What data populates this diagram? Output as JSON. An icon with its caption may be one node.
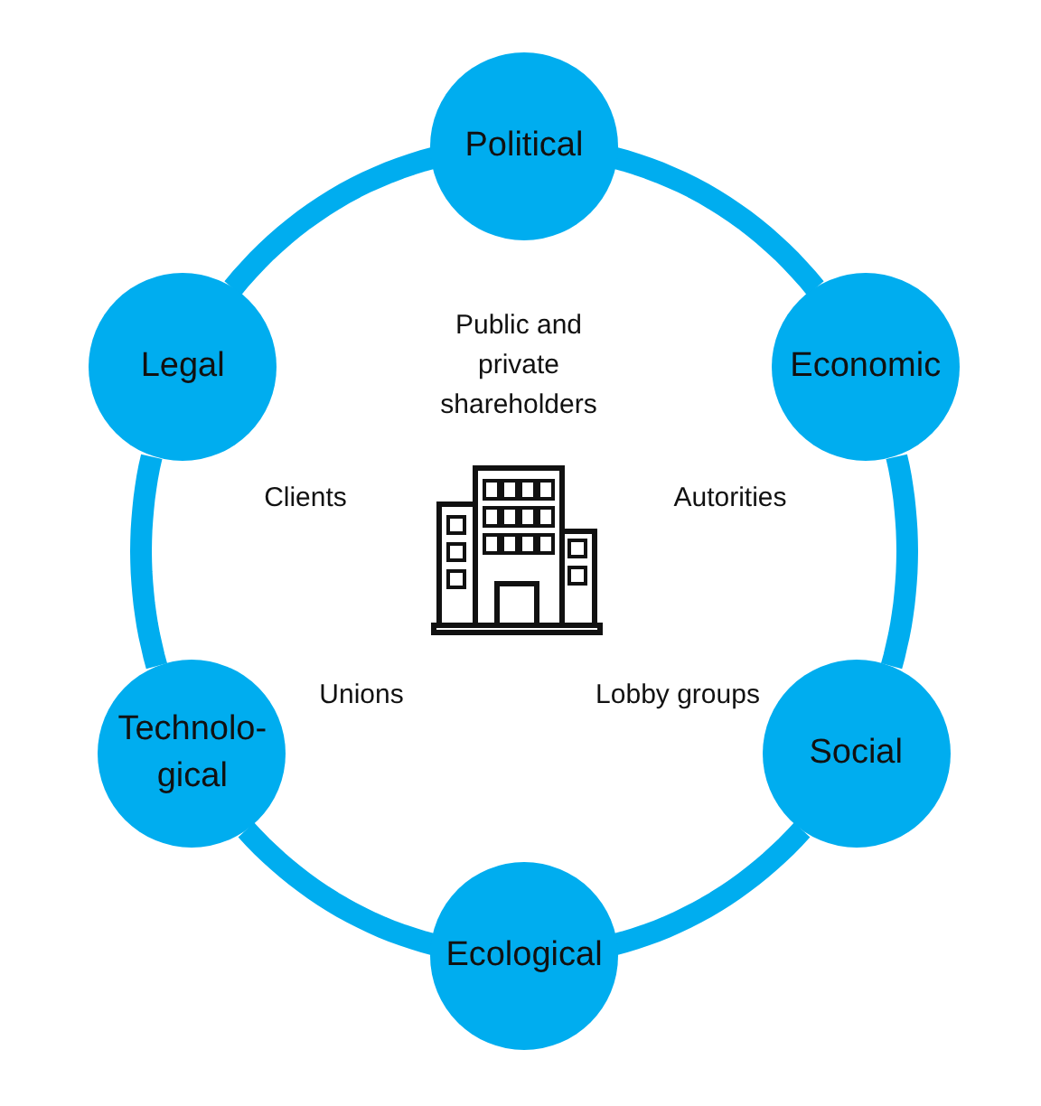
{
  "diagram": {
    "nodes": [
      {
        "text": [
          "Political"
        ]
      },
      {
        "text": [
          "Economic"
        ]
      },
      {
        "text": [
          "Social"
        ]
      },
      {
        "text": [
          "Ecological"
        ]
      },
      {
        "text": [
          "Technolo- gical"
        ]
      },
      {
        "text": [
          "Legal"
        ]
      }
    ],
    "edges": [
      {
        "from": 0,
        "to": 1,
        "arrow": "none"
      },
      {
        "from": 1,
        "to": 2,
        "arrow": "none"
      },
      {
        "from": 2,
        "to": 3,
        "arrow": "none"
      },
      {
        "from": 3,
        "to": 4,
        "arrow": "none"
      },
      {
        "from": 4,
        "to": 5,
        "arrow": "none"
      },
      {
        "from": 5,
        "to": 0,
        "arrow": "none"
      }
    ],
    "labels": [
      "Public and private shareholders",
      "Clients",
      "Autorities",
      "Unions",
      "Lobby groups"
    ]
  }
}
